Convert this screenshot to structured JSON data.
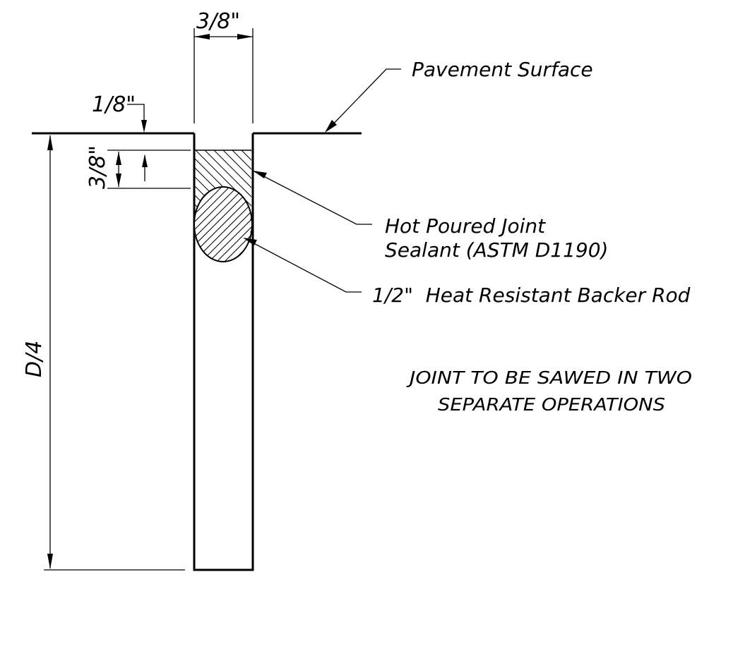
{
  "drawing": {
    "title": "",
    "dimensions": {
      "joint_width": "3/8\"",
      "recess_depth": "1/8\"",
      "sealant_depth": "3/8\"",
      "saw_depth": "D/4"
    },
    "callouts": {
      "pavement_surface": "Pavement Surface",
      "sealant_line1": "Hot Poured Joint",
      "sealant_line2": "Sealant (ASTM D1190)",
      "backer_rod": "1/2\"  Heat Resistant Backer Rod"
    },
    "note": {
      "line1": "JOINT TO BE SAWED IN TWO",
      "line2": "SEPARATE OPERATIONS"
    },
    "colors": {
      "ink": "#000000",
      "background": "#ffffff"
    }
  }
}
